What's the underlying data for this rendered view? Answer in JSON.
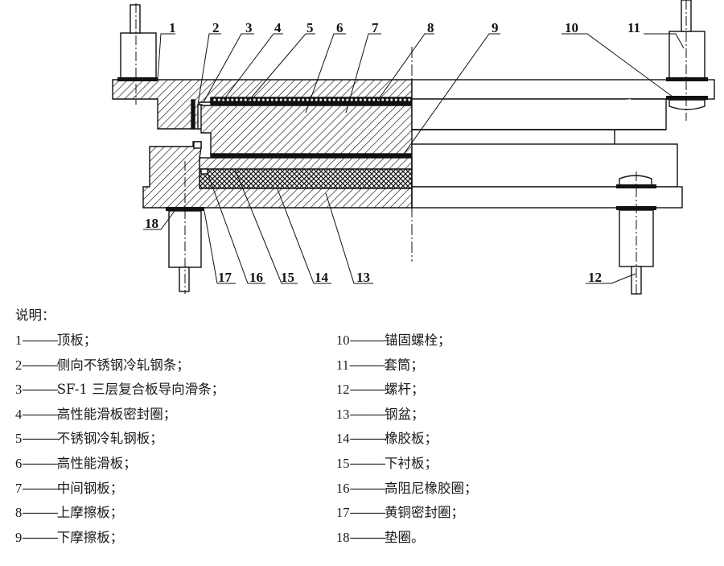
{
  "diagram": {
    "title": "Pot bearing cross-section",
    "callouts": [
      "1",
      "2",
      "3",
      "4",
      "5",
      "6",
      "7",
      "8",
      "9",
      "10",
      "11",
      "12",
      "13",
      "14",
      "15",
      "16",
      "17",
      "18"
    ]
  },
  "legend": {
    "title": "说明：",
    "separator": "———",
    "items": [
      {
        "num": "1",
        "text": "顶板；"
      },
      {
        "num": "2",
        "text": "侧向不锈钢冷轧钢条；"
      },
      {
        "num": "3",
        "text": "SF-1 三层复合板导向滑条；"
      },
      {
        "num": "4",
        "text": "高性能滑板密封圈；"
      },
      {
        "num": "5",
        "text": "不锈钢冷轧钢板；"
      },
      {
        "num": "6",
        "text": "高性能滑板；"
      },
      {
        "num": "7",
        "text": "中间钢板；"
      },
      {
        "num": "8",
        "text": "上摩擦板；"
      },
      {
        "num": "9",
        "text": "下摩擦板；"
      },
      {
        "num": "10",
        "text": "锚固螺栓；"
      },
      {
        "num": "11",
        "text": "套筒；"
      },
      {
        "num": "12",
        "text": "螺杆；"
      },
      {
        "num": "13",
        "text": "钢盆；"
      },
      {
        "num": "14",
        "text": "橡胶板；"
      },
      {
        "num": "15",
        "text": "下衬板；"
      },
      {
        "num": "16",
        "text": "高阻尼橡胶圈；"
      },
      {
        "num": "17",
        "text": "黄铜密封圈；"
      },
      {
        "num": "18",
        "text": "垫圈。"
      }
    ]
  },
  "colors": {
    "line": "#111111",
    "background": "#ffffff"
  }
}
